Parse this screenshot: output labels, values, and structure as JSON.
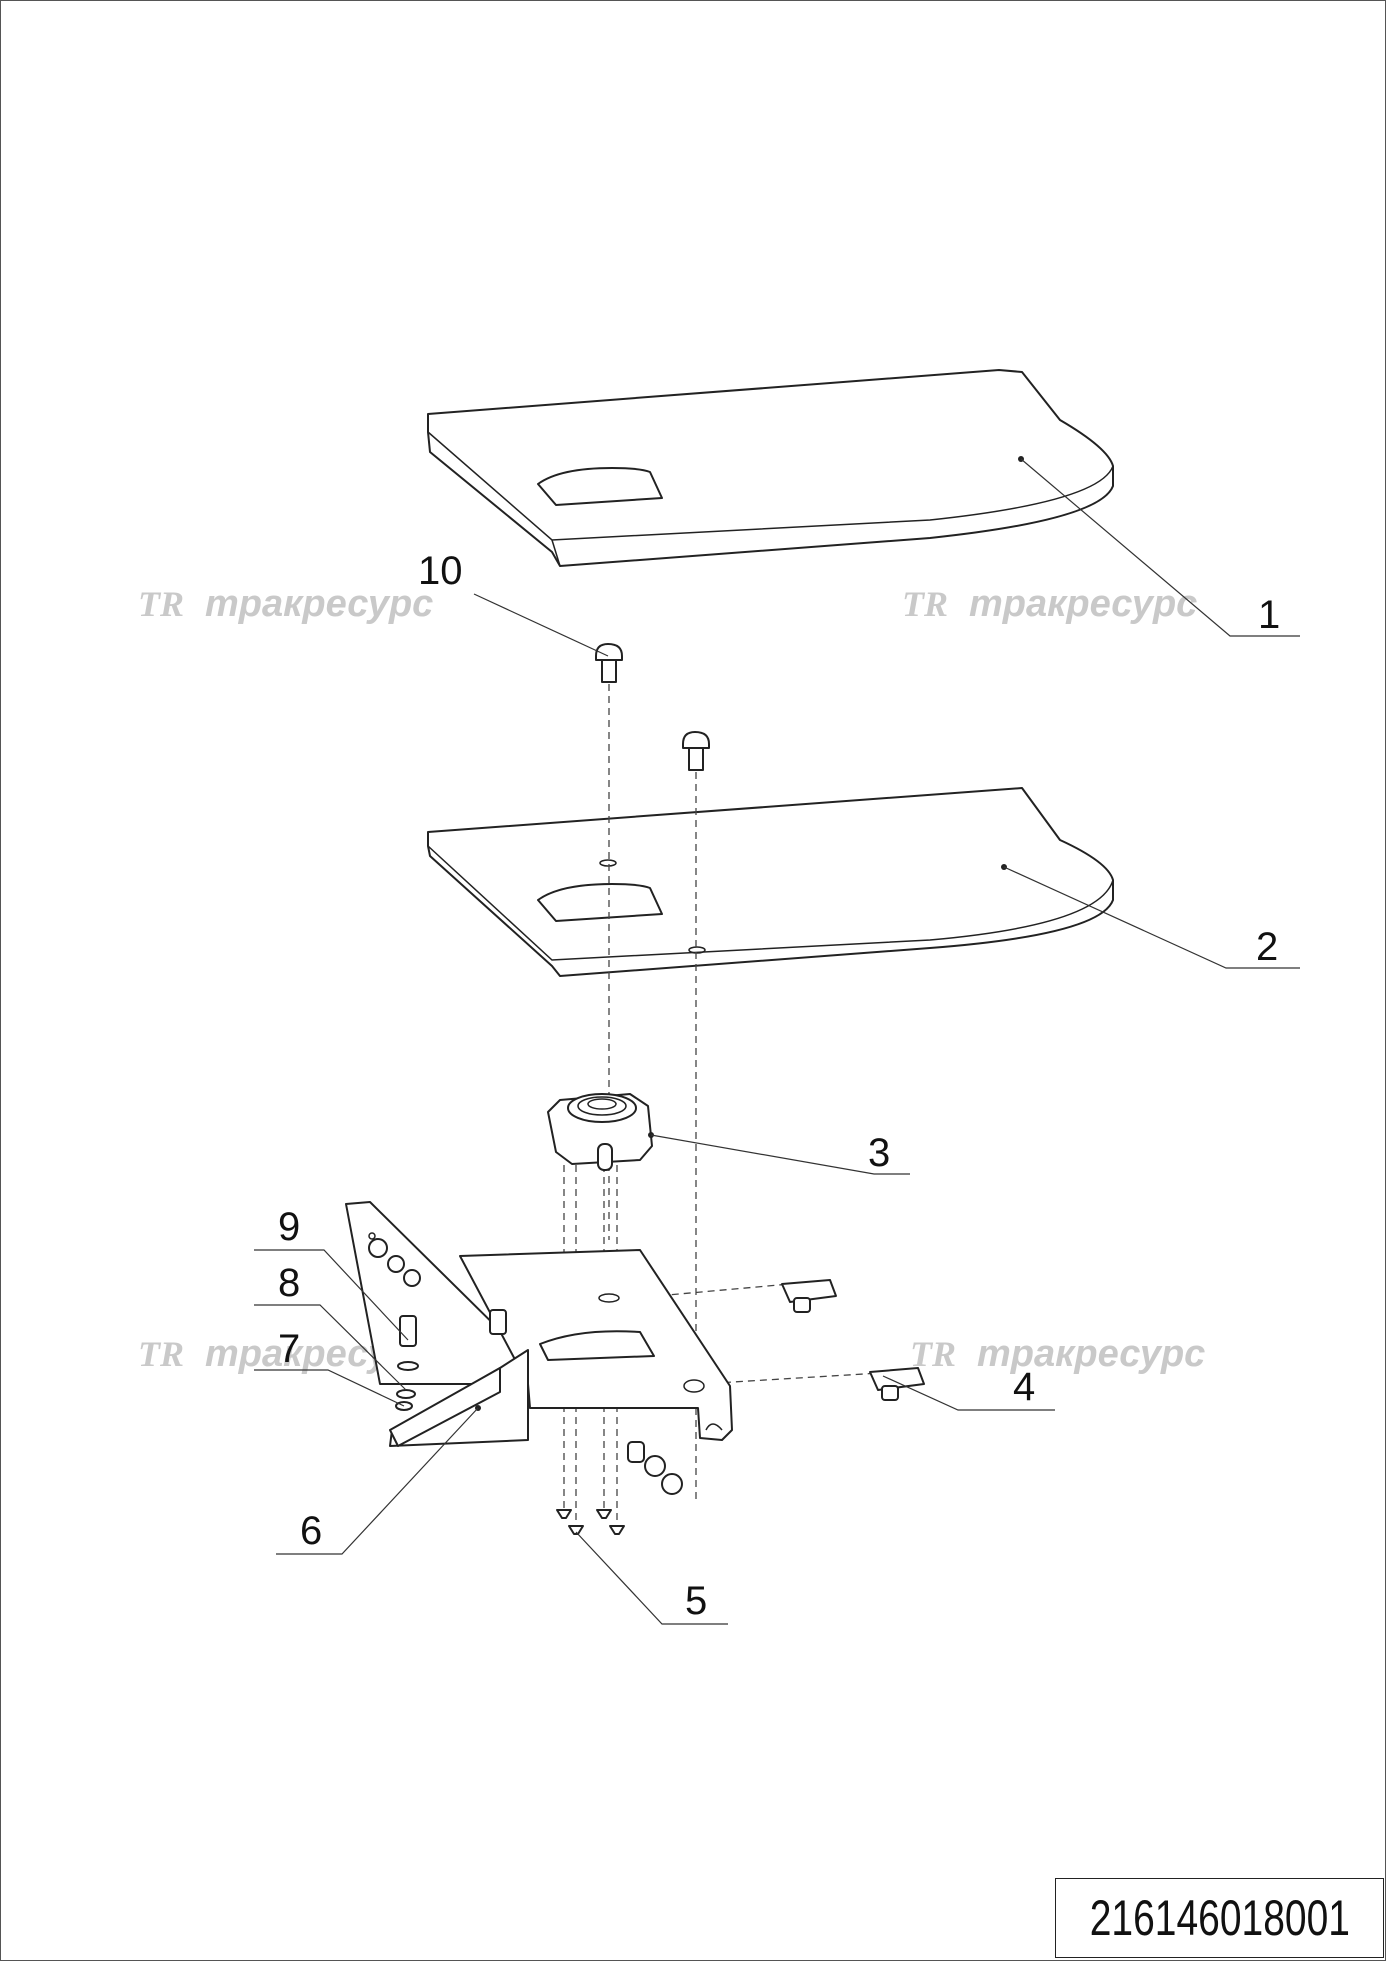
{
  "drawing": {
    "callouts": [
      "1",
      "2",
      "3",
      "4",
      "5",
      "6",
      "7",
      "8",
      "9",
      "10"
    ],
    "watermark_logo": "TR",
    "watermark_text": "тракресурс",
    "drawing_code": "216146018001"
  },
  "colors": {
    "line": "#222222",
    "watermark": "#c9c9c9",
    "background": "#ffffff"
  }
}
